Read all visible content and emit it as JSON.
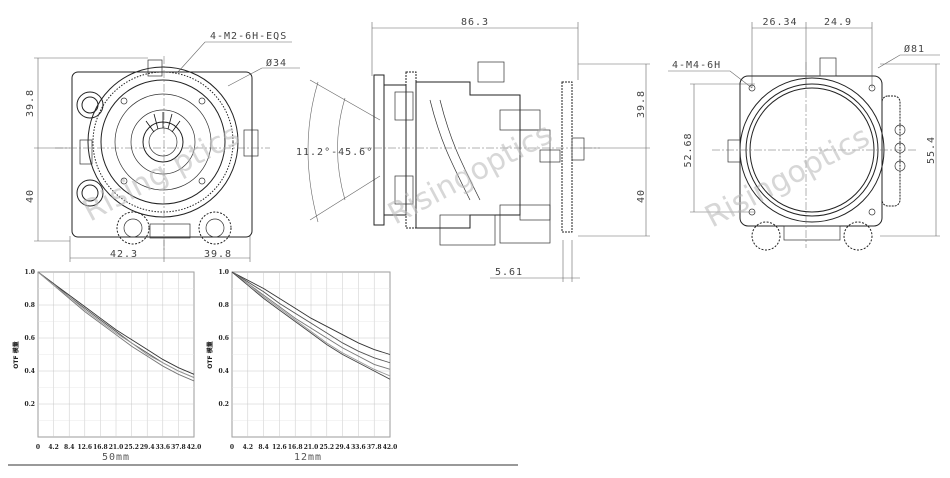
{
  "front_view": {
    "hole_callout": "4-M2-6H-EQS",
    "diameter": "Ø34",
    "dim_top": "39.8",
    "dim_bottom": "40",
    "dim_left": "42.3",
    "dim_right": "39.8",
    "watermark": "Rising ptics"
  },
  "side_view": {
    "length": "86.3",
    "fov_label": "11.2°-45.6°",
    "dim_top": "39.8",
    "dim_bottom": "40",
    "dim_flange": "5.61",
    "watermark": "Risingoptics"
  },
  "rear_view": {
    "dim_left": "26.34",
    "dim_right": "24.9",
    "diameter": "Ø81",
    "hole_callout": "4-M4-6H",
    "dim_upper": "52.68",
    "dim_total": "55.4",
    "watermark": "Risingoptics"
  },
  "chart_data": [
    {
      "type": "line",
      "title": "50mm",
      "ylabel": "OTF 模量",
      "xlabel": "",
      "x": [
        0,
        4.2,
        8.4,
        12.6,
        16.8,
        21.0,
        25.2,
        29.4,
        33.6,
        37.8,
        42.0
      ],
      "x_tick_labels": [
        "0",
        "4.2",
        "8.4",
        "12.6",
        "16.8",
        "21.0",
        "25.2",
        "29.4",
        "33.6",
        "37.8",
        "42.0"
      ],
      "y_tick_labels": [
        "0.2",
        "0.4",
        "0.6",
        "0.8",
        "1.0"
      ],
      "xlim": [
        0,
        42
      ],
      "ylim": [
        0,
        1.0
      ],
      "grid": true,
      "series": [
        {
          "values": [
            1.0,
            0.93,
            0.86,
            0.79,
            0.72,
            0.65,
            0.59,
            0.53,
            0.47,
            0.42,
            0.38
          ]
        },
        {
          "values": [
            1.0,
            0.93,
            0.85,
            0.78,
            0.71,
            0.64,
            0.57,
            0.51,
            0.45,
            0.4,
            0.36
          ]
        },
        {
          "values": [
            1.0,
            0.92,
            0.84,
            0.76,
            0.69,
            0.62,
            0.55,
            0.49,
            0.43,
            0.38,
            0.34
          ]
        },
        {
          "values": [
            1.0,
            0.92,
            0.85,
            0.77,
            0.7,
            0.63,
            0.57,
            0.5,
            0.45,
            0.4,
            0.36
          ]
        }
      ]
    },
    {
      "type": "line",
      "title": "12mm",
      "ylabel": "OTF 模量",
      "xlabel": "",
      "x": [
        0,
        4.2,
        8.4,
        12.6,
        16.8,
        21.0,
        25.2,
        29.4,
        33.6,
        37.8,
        42.0
      ],
      "x_tick_labels": [
        "0",
        "4.2",
        "8.4",
        "12.6",
        "16.8",
        "21.0",
        "25.2",
        "29.4",
        "33.6",
        "37.8",
        "42.0"
      ],
      "y_tick_labels": [
        "0.2",
        "0.4",
        "0.6",
        "0.8",
        "1.0"
      ],
      "xlim": [
        0,
        42
      ],
      "ylim": [
        0,
        1.0
      ],
      "grid": true,
      "series": [
        {
          "values": [
            1.0,
            0.95,
            0.9,
            0.84,
            0.78,
            0.72,
            0.67,
            0.62,
            0.57,
            0.53,
            0.5
          ]
        },
        {
          "values": [
            1.0,
            0.94,
            0.88,
            0.81,
            0.75,
            0.69,
            0.63,
            0.57,
            0.52,
            0.48,
            0.45
          ]
        },
        {
          "values": [
            1.0,
            0.93,
            0.86,
            0.79,
            0.72,
            0.66,
            0.6,
            0.54,
            0.49,
            0.44,
            0.41
          ]
        },
        {
          "values": [
            1.0,
            0.93,
            0.85,
            0.78,
            0.71,
            0.64,
            0.57,
            0.51,
            0.46,
            0.41,
            0.37
          ]
        },
        {
          "values": [
            1.0,
            0.92,
            0.84,
            0.77,
            0.7,
            0.63,
            0.56,
            0.5,
            0.45,
            0.4,
            0.35
          ]
        }
      ]
    }
  ]
}
